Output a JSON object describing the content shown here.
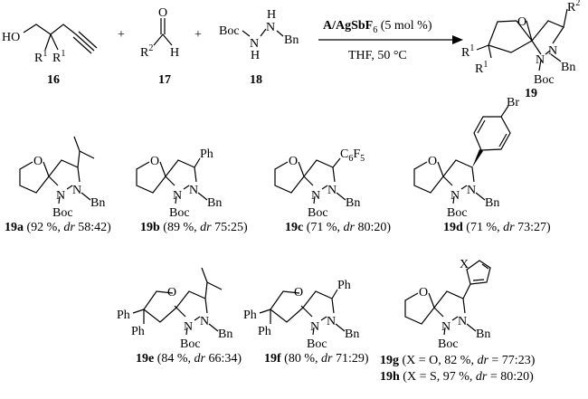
{
  "reaction": {
    "reactant_16": {
      "label": "16",
      "HO": "HO",
      "R": "R",
      "sup1": "1"
    },
    "reactant_17": {
      "label": "17",
      "O": "O",
      "R": "R",
      "sup2": "2",
      "H": "H"
    },
    "reactant_18": {
      "label": "18",
      "Boc": "Boc",
      "N": "N",
      "H": "H",
      "Bn": "Bn"
    },
    "plus": "+",
    "conditions": {
      "catalyst_a": "A/AgSbF",
      "catalyst_sub": "6",
      "catalyst_b": " (5 mol %)",
      "solvent_temp": "THF, 50 °C"
    },
    "product_19": {
      "label": "19",
      "R": "R",
      "sup1": "1",
      "sup2": "2"
    }
  },
  "atoms": {
    "O": "O",
    "N": "N",
    "Boc": "Boc",
    "Bn": "Bn",
    "Ph": "Ph",
    "Br": "Br",
    "X": "X",
    "C": "C",
    "F": "F",
    "six": "6",
    "five": "5"
  },
  "compounds": [
    {
      "label": "19a",
      "pre": " (92 %, ",
      "dr_label": "dr",
      "post": " 58:42)"
    },
    {
      "label": "19b",
      "pre": " (89 %, ",
      "dr_label": "dr",
      "post": " 75:25)"
    },
    {
      "label": "19c",
      "pre": " (71 %, ",
      "dr_label": "dr",
      "post": " 80:20)"
    },
    {
      "label": "19d",
      "pre": " (71 %, ",
      "dr_label": "dr",
      "post": " 73:27)"
    },
    {
      "label": "19e",
      "pre": " (84 %, ",
      "dr_label": "dr",
      "post": " 66:34)"
    },
    {
      "label": "19f",
      "pre": " (80 %, ",
      "dr_label": "dr",
      "post": " 71:29)"
    },
    {
      "label": "19g",
      "pre": " (X = O, 82 %, ",
      "dr_label": "dr",
      "post": " = 77:23)"
    },
    {
      "label": "19h",
      "pre": " (X = S, 97 %, ",
      "dr_label": "dr",
      "post": " = 80:20)"
    }
  ]
}
